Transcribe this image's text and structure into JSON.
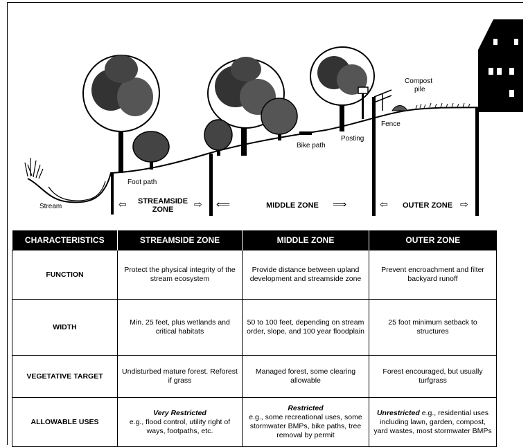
{
  "labels": {
    "stream": "Stream",
    "foot_path": "Foot path",
    "bike_path": "Bike path",
    "posting": "Posting",
    "fence": "Fence",
    "compost_pile_line1": "Compost",
    "compost_pile_line2": "pile"
  },
  "zones_bar": {
    "streamside_line1": "STREAMSIDE",
    "streamside_line2": "ZONE",
    "middle": "MIDDLE ZONE",
    "outer": "OUTER ZONE"
  },
  "table": {
    "headers": [
      "CHARACTERISTICS",
      "STREAMSIDE ZONE",
      "MIDDLE ZONE",
      "OUTER ZONE"
    ],
    "rows": [
      {
        "label": "FUNCTION",
        "streamside": "Protect the physical integrity of the stream ecosystem",
        "middle": "Provide distance between upland development and streamside zone",
        "outer": "Prevent encroachment and filter backyard runoff"
      },
      {
        "label": "WIDTH",
        "streamside": "Min. 25 feet, plus wetlands and critical habitats",
        "middle": "50 to 100 feet, depending on stream order, slope, and 100 year floodplain",
        "outer": "25 foot minimum setback to structures"
      },
      {
        "label": "VEGETATIVE TARGET",
        "streamside": "Undisturbed mature forest. Reforest if grass",
        "middle": "Managed forest, some clearing allowable",
        "outer": "Forest encouraged, but usually turfgrass"
      },
      {
        "label": "ALLOWABLE USES",
        "streamside_head": "Very Restricted",
        "streamside": "e.g., flood control, utility right of ways, footpaths, etc.",
        "middle_head": "Restricted",
        "middle": "e.g., some recreational uses, some stormwater BMPs, bike paths, tree removal by permit",
        "outer_head": "Unrestricted",
        "outer": "e.g., residential uses including lawn, garden, compost, yard wastes, most stormwater BMPs"
      }
    ]
  }
}
